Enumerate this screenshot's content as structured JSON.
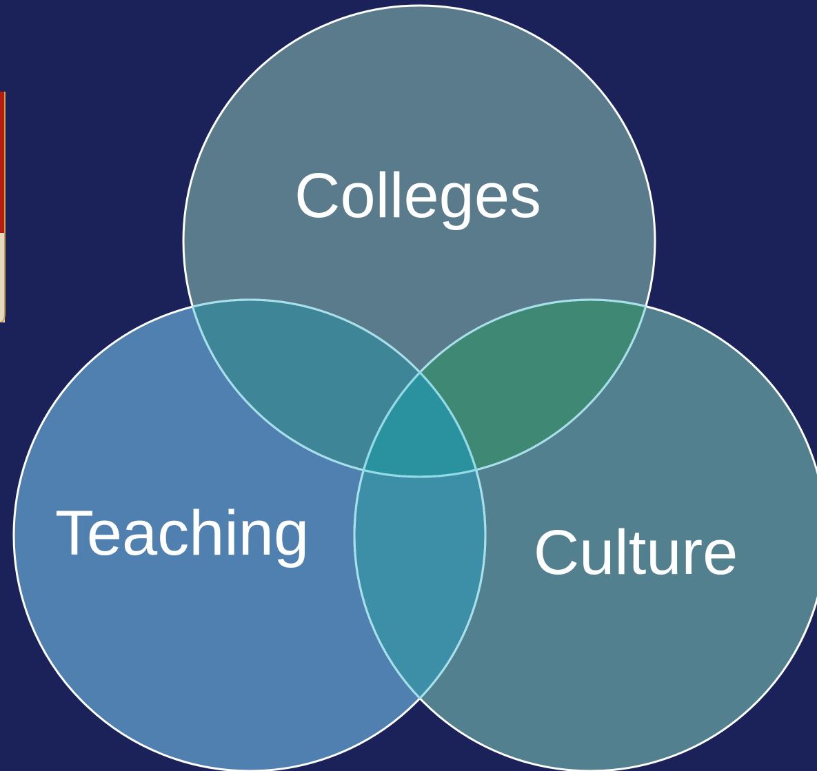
{
  "diagram": {
    "circles": [
      {
        "id": "colleges",
        "label": "Colleges",
        "fill": "#5a7b8c"
      },
      {
        "id": "teaching",
        "label": "Teaching",
        "fill": "#5080b0"
      },
      {
        "id": "culture",
        "label": "Culture",
        "fill": "#52808f"
      }
    ],
    "overlap_colors": {
      "colleges_teaching": "#3f8598",
      "colleges_culture": "#3f8874",
      "teaching_culture": "#3d8fa8",
      "center": "#2a929e"
    },
    "background": "#1b2259",
    "outline": "#ffffff"
  }
}
